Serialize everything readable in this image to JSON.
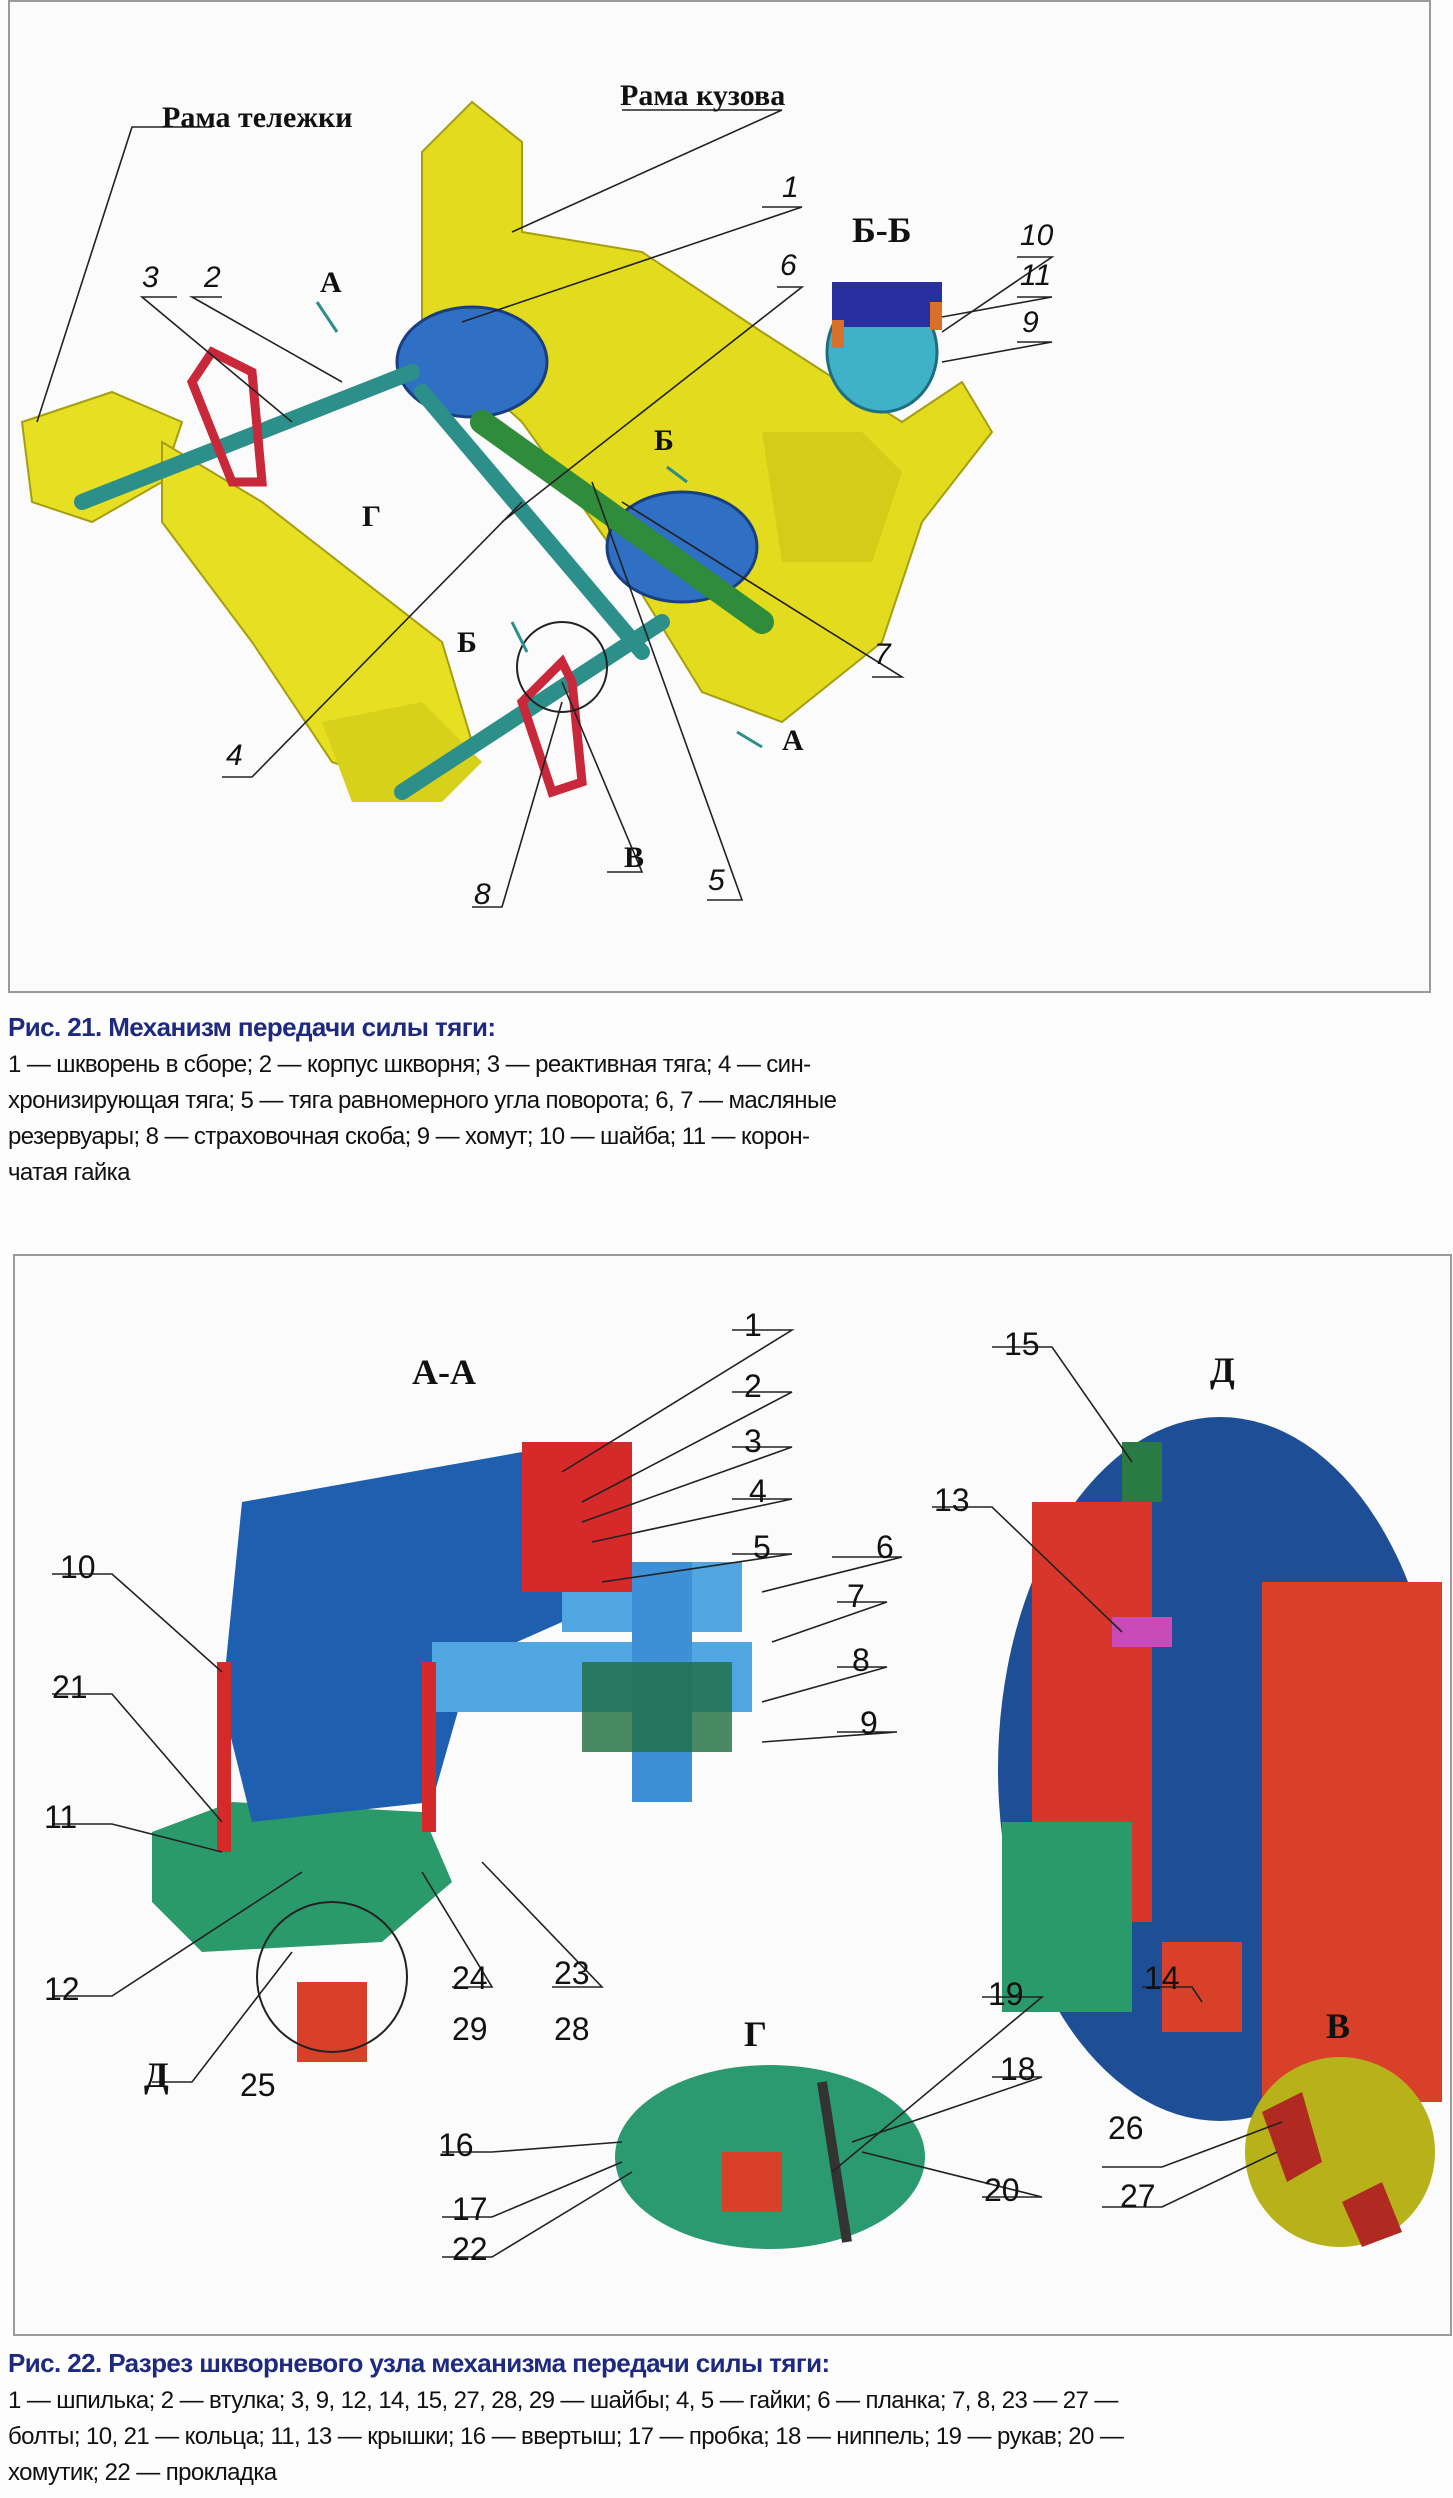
{
  "figure1": {
    "labels": {
      "bogie_frame": "Рама тележки",
      "body_frame": "Рама кузова",
      "n1": "1",
      "n2": "2",
      "n3": "3",
      "n4": "4",
      "n5": "5",
      "n6": "6",
      "n7": "7",
      "n8": "8",
      "n9": "9",
      "n10": "10",
      "n11": "11",
      "section_bb": "Б-Б",
      "a_top": "А",
      "a_bottom": "А",
      "b_top": "Б",
      "b_bottom": "Б",
      "g": "Г",
      "v": "В"
    },
    "caption": {
      "title": "Рис. 21. Механизм передачи силы тяги:",
      "lines": [
        "1 — шкворень в сборе; 2 — корпус шкворня; 3 — реактивная тяга; 4 — син-",
        "хронизирующая тяга; 5 — тяга равномерного угла поворота; 6, 7 — масляные",
        "резервуары; 8 — страховочная скоба; 9 — хомут; 10 — шайба; 11 — корон-",
        "чатая гайка"
      ]
    }
  },
  "figure2": {
    "labels": {
      "section_aa": "А-А",
      "view_d_main": "Д",
      "view_d_detail": "Д",
      "view_g": "Г",
      "view_v": "В",
      "n1": "1",
      "n2": "2",
      "n3": "3",
      "n4": "4",
      "n5": "5",
      "n6": "6",
      "n7": "7",
      "n8": "8",
      "n9": "9",
      "n10": "10",
      "n11": "11",
      "n12": "12",
      "n13": "13",
      "n14": "14",
      "n15": "15",
      "n16": "16",
      "n17": "17",
      "n18": "18",
      "n19": "19",
      "n20": "20",
      "n21": "21",
      "n22": "22",
      "n23": "23",
      "n24": "24",
      "n25": "25",
      "n26": "26",
      "n27": "27",
      "n28": "28",
      "n29": "29"
    },
    "caption": {
      "title": "Рис. 22. Разрез шкворневого узла механизма передачи силы тяги:",
      "lines": [
        "1 — шпилька; 2 — втулка; 3, 9, 12, 14, 15, 27, 28, 29 — шайбы; 4, 5 — гайки; 6 — планка; 7, 8, 23 — 27 —",
        "болты; 10, 21 — кольца; 11, 13 — крышки; 16 — ввертыш; 17 — пробка; 18 — ниппель; 19 — рукав; 20 —",
        "хомутик; 22 — прокладка"
      ]
    }
  },
  "colors": {
    "frame_yellow": "#e8e01a",
    "pivot_blue": "#2f6fc4",
    "rod_teal": "#2d8f8a",
    "bracket_red": "#c8283a",
    "caption_blue": "#1d2a80"
  }
}
